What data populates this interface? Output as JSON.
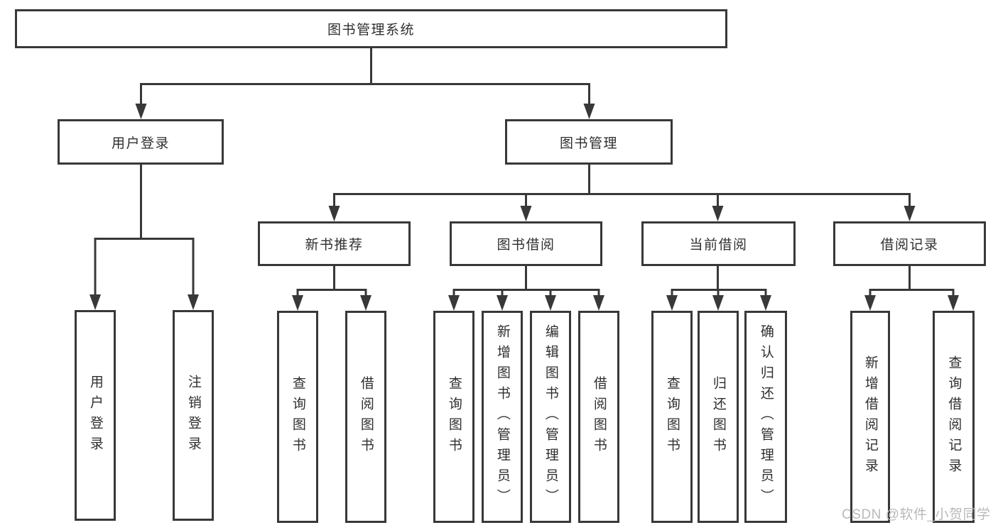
{
  "tree": {
    "label": "图书管理系统",
    "children": [
      {
        "label": "用户登录",
        "children": [
          {
            "label": "用户登录"
          },
          {
            "label": "注销登录"
          }
        ]
      },
      {
        "label": "图书管理",
        "children": [
          {
            "label": "新书推荐",
            "children": [
              {
                "label": "查询图书"
              },
              {
                "label": "借阅图书"
              }
            ]
          },
          {
            "label": "图书借阅",
            "children": [
              {
                "label": "查询图书"
              },
              {
                "label": "新增图书（管理员）"
              },
              {
                "label": "编辑图书（管理员）"
              },
              {
                "label": "借阅图书"
              }
            ]
          },
          {
            "label": "当前借阅",
            "children": [
              {
                "label": "查询图书"
              },
              {
                "label": "归还图书"
              },
              {
                "label": "确认归还（管理员）"
              }
            ]
          },
          {
            "label": "借阅记录",
            "children": [
              {
                "label": "新增借阅记录"
              },
              {
                "label": "查询借阅记录"
              }
            ]
          }
        ]
      }
    ]
  },
  "watermark": {
    "text": "CSDN @软件_小贺同学"
  },
  "colors": {
    "line": "#383838",
    "box_border": "#383838",
    "text": "#2f2f2f",
    "watermark": "#b9b9b9",
    "background": "#ffffff"
  }
}
